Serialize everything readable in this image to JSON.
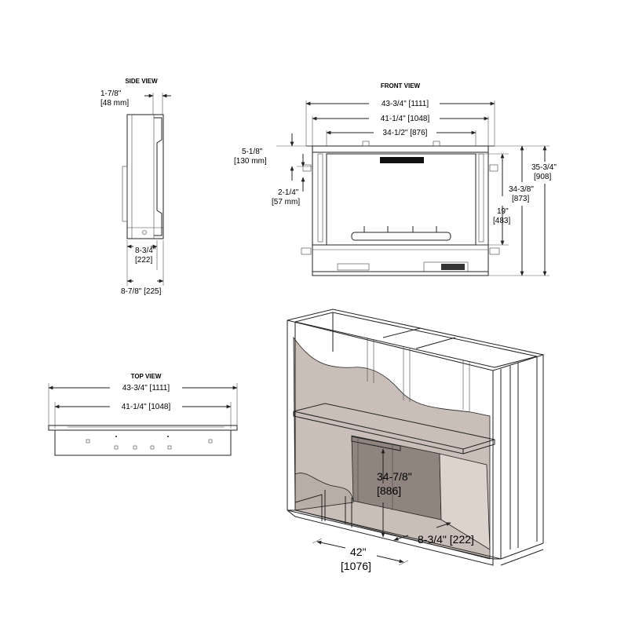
{
  "side_view": {
    "title": "SIDE VIEW",
    "top_depth": [
      "1-7/8\"",
      "[48 mm]"
    ],
    "inner_depth": [
      "8-3/4\"",
      "[222]"
    ],
    "overall_depth": "8-7/8\" [225]"
  },
  "front_view": {
    "title": "FRONT VIEW",
    "overall_width": "43-3/4\" [1111]",
    "mid_width": "41-1/4\" [1048]",
    "opening_width": "34-1/2\" [876]",
    "top_offset": [
      "5-1/8\"",
      "[130 mm]"
    ],
    "side_offset": [
      "2-1/4\"",
      "[57 mm]"
    ],
    "opening_height": [
      "19\"",
      "[483]"
    ],
    "inner_height": [
      "34-3/8\"",
      "[873]"
    ],
    "overall_height": [
      "35-3/4\"",
      "[908]"
    ]
  },
  "top_view": {
    "title": "TOP VIEW",
    "overall_width": "43-3/4\" [1111]",
    "mid_width": "41-1/4\" [1048]"
  },
  "framing": {
    "height": [
      "34-7/8\"",
      "[886]"
    ],
    "depth": "8-3/4\" [222]",
    "width": [
      "42\"",
      "[1076]"
    ]
  }
}
